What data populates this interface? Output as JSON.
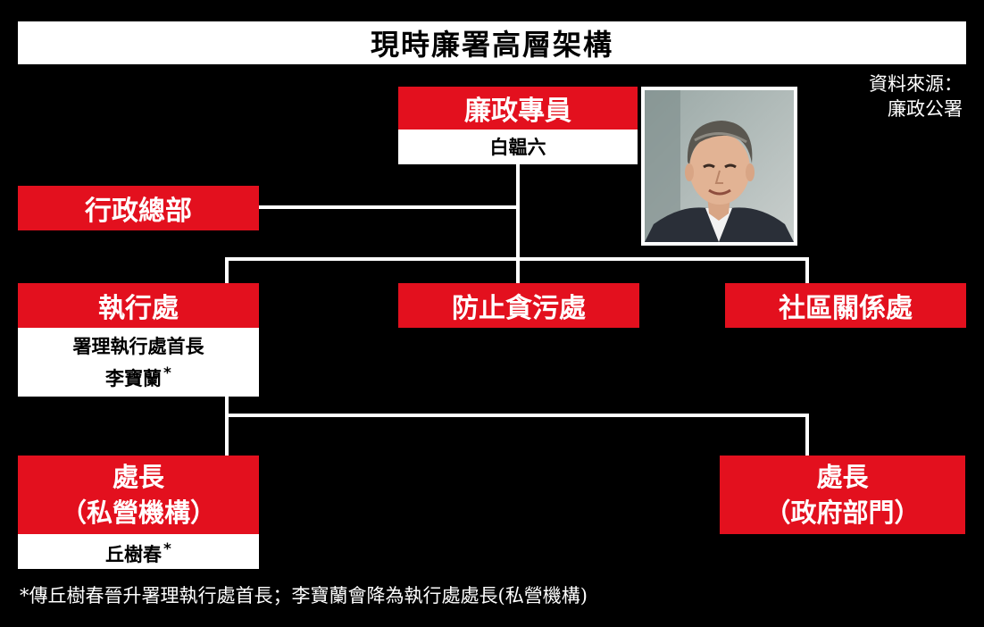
{
  "title": "現時廉署高層架構",
  "source": {
    "line1": "資料來源：",
    "line2": "廉政公署"
  },
  "commissioner": {
    "title": "廉政專員",
    "name": "白韞六"
  },
  "admin": {
    "title": "行政總部"
  },
  "operations": {
    "title": "執行處",
    "role": "署理執行處首長",
    "name": "李寶蘭",
    "mark": "*"
  },
  "prevention": {
    "title": "防止貪污處"
  },
  "community": {
    "title": "社區關係處"
  },
  "director_private": {
    "title_line1": "處長",
    "title_line2": "（私營機構）",
    "name": "丘樹春",
    "mark": "*"
  },
  "director_government": {
    "title_line1": "處長",
    "title_line2": "（政府部門）"
  },
  "footnote": "*傳丘樹春晉升署理執行處首長；李寶蘭會降為執行處處長(私營機構)",
  "colors": {
    "background": "#000000",
    "accent_red": "#e3101e",
    "box_white": "#ffffff"
  }
}
